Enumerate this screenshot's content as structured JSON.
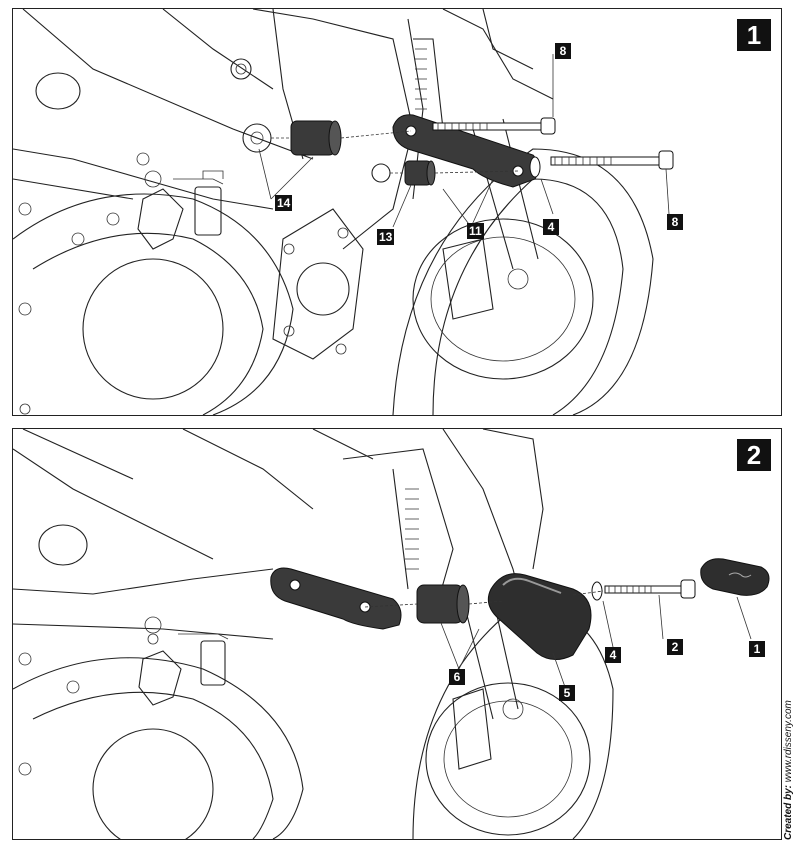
{
  "steps": [
    {
      "number": "1",
      "callouts": {
        "c8_top": "8",
        "c8_right": "8",
        "c14": "14",
        "c13": "13",
        "c11": "11",
        "c4": "4"
      }
    },
    {
      "number": "2",
      "callouts": {
        "c4": "4",
        "c2": "2",
        "c1": "1",
        "c6": "6",
        "c5": "5"
      }
    }
  ],
  "credit": {
    "prefix": "Created by:",
    "url": "www.rdisseny.com"
  },
  "colors": {
    "ink": "#111111",
    "part_fill": "#3a3a3a",
    "line": "#222222"
  }
}
